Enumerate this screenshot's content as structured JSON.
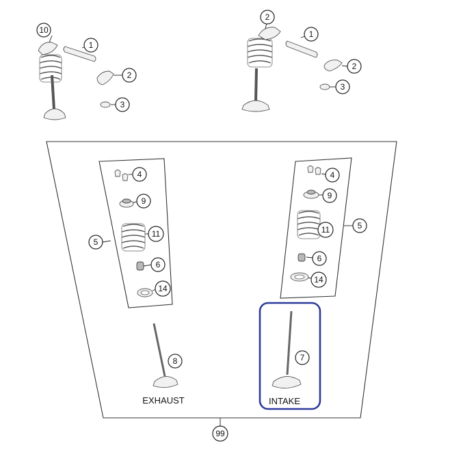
{
  "callouts": {
    "c1": "1",
    "c2": "2",
    "c3": "3",
    "c4": "4",
    "c5": "5",
    "c6": "6",
    "c7": "7",
    "c8": "8",
    "c9": "9",
    "c10": "10",
    "c11": "11",
    "c14": "14",
    "c99": "99"
  },
  "labels": {
    "exhaust": "EXHAUST",
    "intake": "INTAKE"
  },
  "colors": {
    "highlight": "#2d3a9a",
    "line": "#222222"
  }
}
